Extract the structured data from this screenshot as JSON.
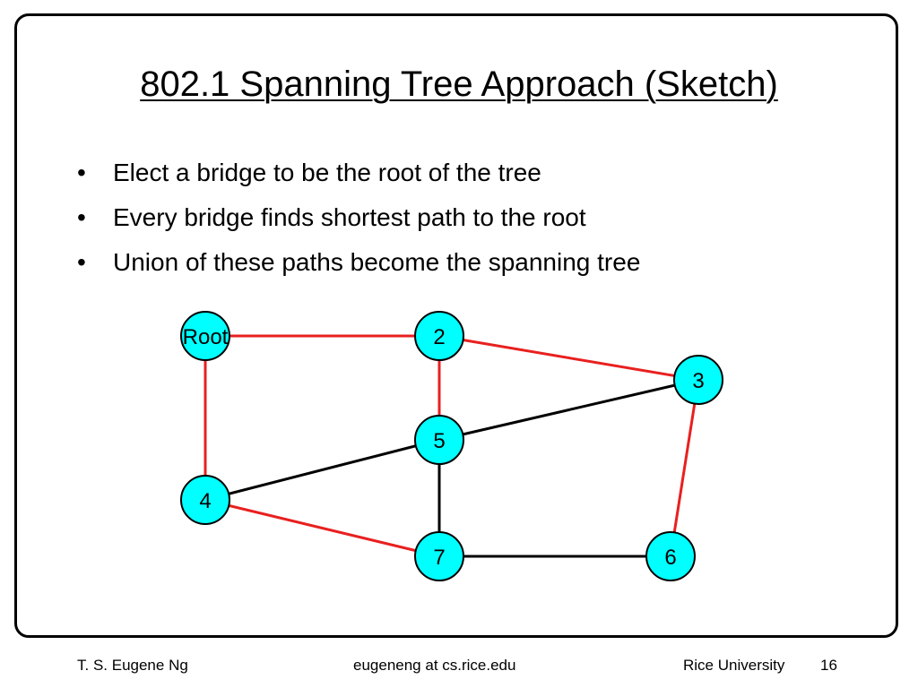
{
  "slide": {
    "title": "802.1 Spanning Tree Approach (Sketch)",
    "bullets": [
      "Elect a bridge to be the root of the tree",
      "Every bridge finds shortest path to the root",
      "Union of these paths become the spanning tree"
    ],
    "bullet_symbol": "•"
  },
  "diagram": {
    "node_fill_color": "#00ffff",
    "tree_edge_color": "#e8201f",
    "other_edge_color": "#000000",
    "nodes": [
      {
        "id": "root",
        "label": "Root"
      },
      {
        "id": "2",
        "label": "2"
      },
      {
        "id": "3",
        "label": "3"
      },
      {
        "id": "4",
        "label": "4"
      },
      {
        "id": "5",
        "label": "5"
      },
      {
        "id": "6",
        "label": "6"
      },
      {
        "id": "7",
        "label": "7"
      }
    ],
    "edges": [
      {
        "from": "root",
        "to": "2",
        "tree": true
      },
      {
        "from": "root",
        "to": "4",
        "tree": true
      },
      {
        "from": "2",
        "to": "3",
        "tree": true
      },
      {
        "from": "2",
        "to": "5",
        "tree": true
      },
      {
        "from": "3",
        "to": "5",
        "tree": false
      },
      {
        "from": "3",
        "to": "6",
        "tree": true
      },
      {
        "from": "4",
        "to": "5",
        "tree": false
      },
      {
        "from": "4",
        "to": "7",
        "tree": true
      },
      {
        "from": "5",
        "to": "7",
        "tree": false
      },
      {
        "from": "7",
        "to": "6",
        "tree": false
      }
    ]
  },
  "footer": {
    "author": "T. S. Eugene Ng",
    "email": "eugeneng at cs.rice.edu",
    "institution": "Rice University",
    "page_number": "16"
  }
}
